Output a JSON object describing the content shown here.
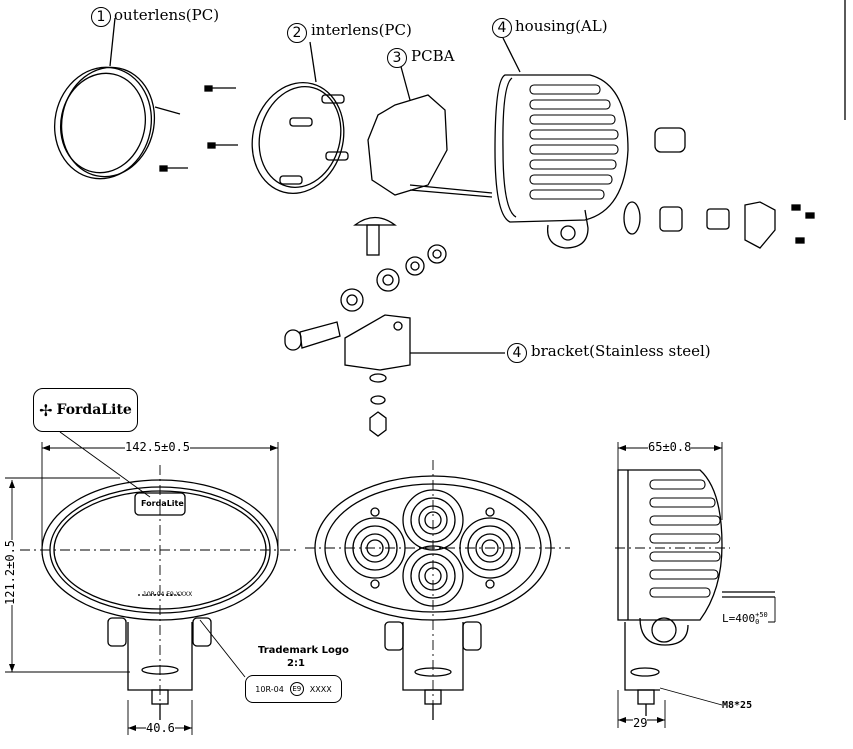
{
  "parts": [
    {
      "num": "1",
      "label": "outerlens(PC)"
    },
    {
      "num": "2",
      "label": "interlens(PC)"
    },
    {
      "num": "3",
      "label": "PCBA"
    },
    {
      "num": "4",
      "label": "housing(AL)"
    },
    {
      "num": "4",
      "label": "bracket(Stainless steel)"
    }
  ],
  "logo": {
    "brand": "FordaLite"
  },
  "trademark": {
    "title": "Trademark Logo",
    "scale": "2:1",
    "code": "10R-04",
    "mark": "E9",
    "suffix": "XXXX"
  },
  "dimensions": {
    "width": "142.5±0.5",
    "height": "121.2±0.5",
    "bracket_width": "40.6",
    "depth": "65±0.8",
    "side_base": "29",
    "cable": "L=400",
    "cable_tol_upper": "+50",
    "cable_tol_lower": "0",
    "bolt": "M8*25"
  },
  "front_small_label": "10R-04 E9 XXXX"
}
